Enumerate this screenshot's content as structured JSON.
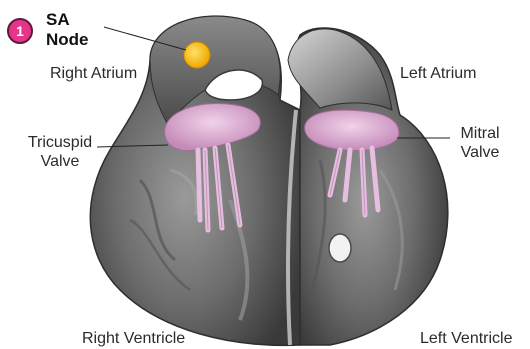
{
  "badge": {
    "number": "1",
    "color": "#e8338a"
  },
  "sa_node": {
    "line1": "SA",
    "line2": "Node",
    "color": "#f5b800"
  },
  "labels": {
    "right_atrium": "Right Atrium",
    "left_atrium": "Left Atrium",
    "tricuspid_line1": "Tricuspid",
    "tricuspid_line2": "Valve",
    "mitral_line1": "Mitral",
    "mitral_line2": "Valve",
    "right_ventricle": "Right Ventricle",
    "left_ventricle": "Left Ventricle"
  },
  "colors": {
    "heart_tissue": "#6e6e6e",
    "valve": "#d9a9cf"
  }
}
